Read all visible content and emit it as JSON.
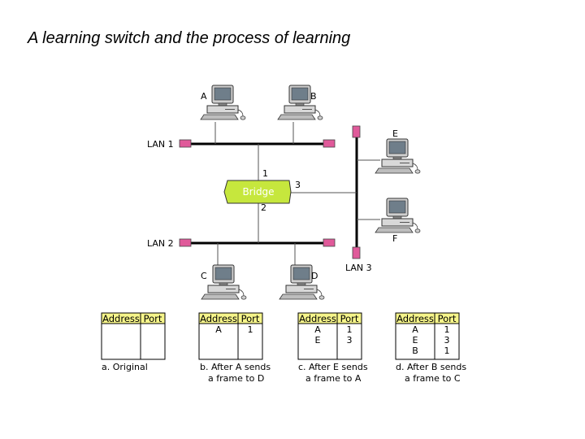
{
  "title": "A learning switch and the process of learning",
  "colors": {
    "bus": "#000000",
    "terminator": "#e05a9a",
    "bridge_fill": "#c6e73d",
    "table_header": "#f6f58a",
    "link": "#555555"
  },
  "diagram": {
    "lan_labels": [
      "LAN 1",
      "LAN 2",
      "LAN 3"
    ],
    "stations": [
      {
        "id": "A",
        "label": "A",
        "icon": "computer-icon"
      },
      {
        "id": "B",
        "label": "B",
        "icon": "computer-icon"
      },
      {
        "id": "C",
        "label": "C",
        "icon": "computer-icon"
      },
      {
        "id": "D",
        "label": "D",
        "icon": "computer-icon"
      },
      {
        "id": "E",
        "label": "E",
        "icon": "computer-icon"
      },
      {
        "id": "F",
        "label": "F",
        "icon": "computer-icon"
      }
    ],
    "bridge": {
      "label": "Bridge",
      "ports": [
        "1",
        "2",
        "3"
      ]
    }
  },
  "tables": [
    {
      "headers": [
        "Address",
        "Port"
      ],
      "rows": [],
      "caption": [
        "a. Original"
      ]
    },
    {
      "headers": [
        "Address",
        "Port"
      ],
      "rows": [
        [
          "A",
          "1"
        ]
      ],
      "caption": [
        "b. After A sends",
        "a frame to D"
      ]
    },
    {
      "headers": [
        "Address",
        "Port"
      ],
      "rows": [
        [
          "A",
          "1"
        ],
        [
          "E",
          "3"
        ]
      ],
      "caption": [
        "c. After E sends",
        "a frame to A"
      ]
    },
    {
      "headers": [
        "Address",
        "Port"
      ],
      "rows": [
        [
          "A",
          "1"
        ],
        [
          "E",
          "3"
        ],
        [
          "B",
          "1"
        ]
      ],
      "caption": [
        "d. After B sends",
        "a frame to C"
      ]
    }
  ]
}
